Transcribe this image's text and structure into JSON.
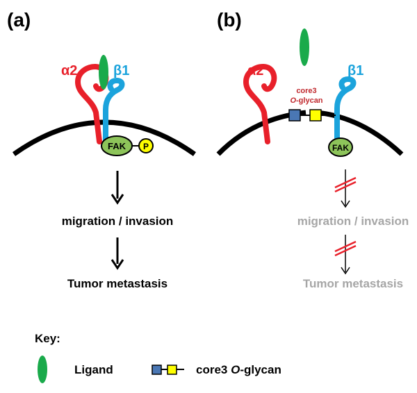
{
  "panel_a": {
    "label": "(a)",
    "alpha_label": "α2",
    "beta_label": "β1",
    "fak_label": "FAK",
    "p_label": "P",
    "step1": "migration / invasion",
    "step2": "Tumor metastasis"
  },
  "panel_b": {
    "label": "(b)",
    "alpha_label": "α2",
    "beta_label": "β1",
    "glycan_line1": "core3",
    "glycan_line2_italic": "O",
    "glycan_line2_rest": "-glycan",
    "fak_label": "FAK",
    "step1": "migration / invasion",
    "step2": "Tumor metastasis"
  },
  "key": {
    "title": "Key:",
    "ligand_label": "Ligand",
    "glycan_prefix": "core3 ",
    "glycan_italic": "O",
    "glycan_suffix": "-glycan"
  },
  "colors": {
    "alpha": "#e8202a",
    "beta": "#1ba3dc",
    "ligand": "#1aaa4b",
    "fak": "#8dc45a",
    "phospho": "#ffff00",
    "glycan_square_blue": "#4a77b4",
    "glycan_square_yellow": "#ffff00",
    "blocked": "#e8202a",
    "muted_text": "#a6a6a6"
  }
}
